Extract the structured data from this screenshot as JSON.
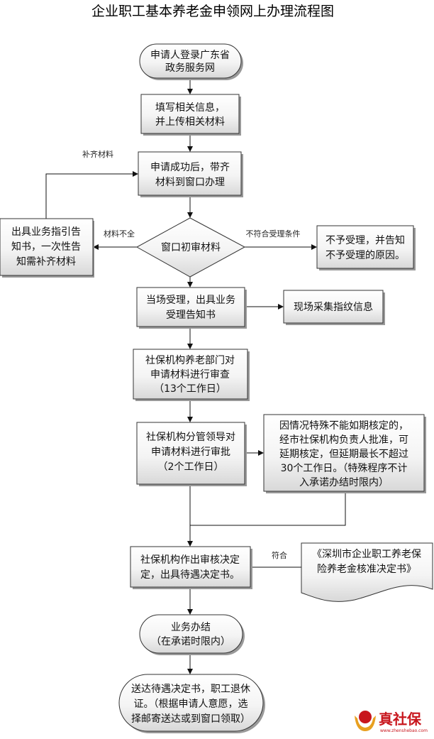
{
  "title": "企业职工基本养老金申领网上办理流程图",
  "nodes": {
    "login": [
      "申请人登录广东省",
      "政务服务网"
    ],
    "fill": [
      "填写相关信息，",
      "并上传相关材料"
    ],
    "window": [
      "申请成功后，带齐",
      "材料到窗口办理"
    ],
    "review": [
      "窗口初审材料"
    ],
    "guide": [
      "出具业务指引告",
      "知书，一次性告",
      "知需补齐材料"
    ],
    "reject": [
      "不予受理，并告知",
      "不予受理的原因。"
    ],
    "accept": [
      "当场受理，出具业务",
      "受理告知书"
    ],
    "fingerprint": [
      "现场采集指纹信息"
    ],
    "dept_review": [
      "社保机构养老部门对",
      "申请材料进行审查",
      "（13个工作日）"
    ],
    "leader_approve": [
      "社保机构分管领导对",
      "申请材料进行审批",
      "（2个工作日）"
    ],
    "extension": [
      "因情况特殊不能如期核定的，",
      "经市社保机构负责人批准，可",
      "延期核定，但延期最长不超过",
      "30个工作日。（特殊程序不计",
      "入承诺办结时限内）"
    ],
    "decision": [
      "社保机构作出审核决定",
      "定，出具待遇决定书。"
    ],
    "document": [
      "《深圳市企业职工养老保",
      "险养老金核准决定书》"
    ],
    "complete": [
      "业务办结",
      "（在承诺时限内）"
    ],
    "deliver": [
      "送达待遇决定书，职工退休",
      "证。（根据申请人意愿，选",
      "择邮寄送达或到窗口领取）"
    ]
  },
  "edge_labels": {
    "supplement": "补齐材料",
    "incomplete": "材料不全",
    "not_eligible": "不符合受理条件",
    "eligible": "符合"
  },
  "logo": {
    "name": "真社保",
    "url": "www.zhenshebao.com"
  },
  "colors": {
    "stroke": "#333333",
    "fill_top": "#ffffff",
    "fill_bottom": "#dcdcdc",
    "logo": "#c8161d"
  }
}
